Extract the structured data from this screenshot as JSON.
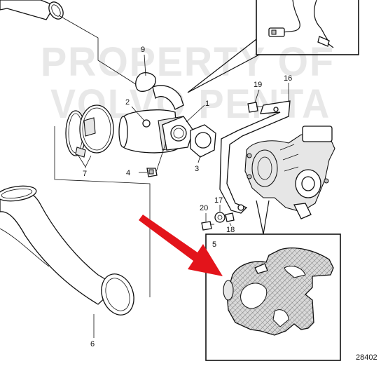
{
  "watermark": {
    "line1": "PROPERTY OF",
    "line2": "VOLVO PENTA"
  },
  "callouts": [
    "9",
    "2",
    "1",
    "19",
    "16",
    "7",
    "4",
    "3",
    "17",
    "20",
    "18",
    "5",
    "6"
  ],
  "figure_number": "28402",
  "colors": {
    "arrow": "#e3141b",
    "line": "#111111",
    "heat_shield_fill": "#cfcfcf"
  }
}
